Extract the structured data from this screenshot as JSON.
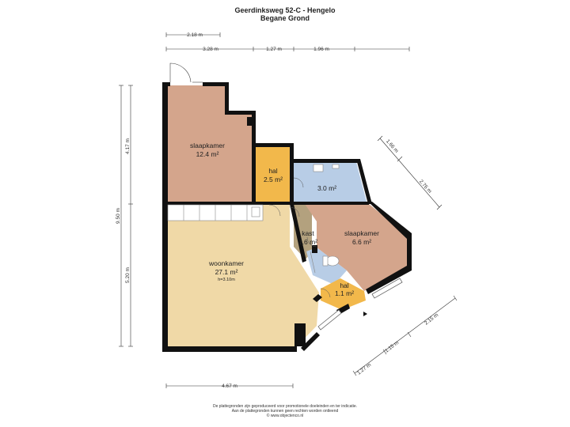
{
  "header": {
    "title": "Geerdinksweg 52-C - Hengelo",
    "floor": "Begane Grond"
  },
  "rooms": {
    "slaapkamer1": {
      "name": "slaapkamer",
      "area": "12.4 m²"
    },
    "hal1": {
      "name": "hal",
      "area": "2.5 m²"
    },
    "bath": {
      "area": "3.0 m²"
    },
    "kast": {
      "name": "kast",
      "area": "1.6 m²"
    },
    "slaapkamer2": {
      "name": "slaapkamer",
      "area": "6.6 m²"
    },
    "woonkamer": {
      "name": "woonkamer",
      "area": "27.1 m²",
      "height": "h=3.10m"
    },
    "hal2": {
      "name": "hal",
      "area": "1.1 m²"
    }
  },
  "dimensions": {
    "top_a": "2.18 m",
    "top_b": "3.28 m",
    "top_c": "1.27 m",
    "top_d": "1.96 m",
    "left_total": "9.50 m",
    "left_upper": "4.17 m",
    "left_lower": "5.20 m",
    "bottom": "4.67 m",
    "diag_upper_a": "1.66 m",
    "diag_upper_b": "2.76 m",
    "diag_lower_a": "1.27 m",
    "diag_lower_b": "1.15 m",
    "diag_lower_c": "2.15 m"
  },
  "footer": {
    "line1": "De plattegronden zijn geproduceerd voor promotionele doeleinden en ter indicatie.",
    "line2": "Aan de plattegronden kunnen geen rechten worden ontleend",
    "line3": "© www.objectenco.nl"
  },
  "colors": {
    "slaapkamer": "#d4a58c",
    "hal": "#f2b84b",
    "bath": "#b8cde6",
    "kast": "#b3a17e",
    "woonkamer": "#f0d9a7",
    "wall": "#111111"
  }
}
